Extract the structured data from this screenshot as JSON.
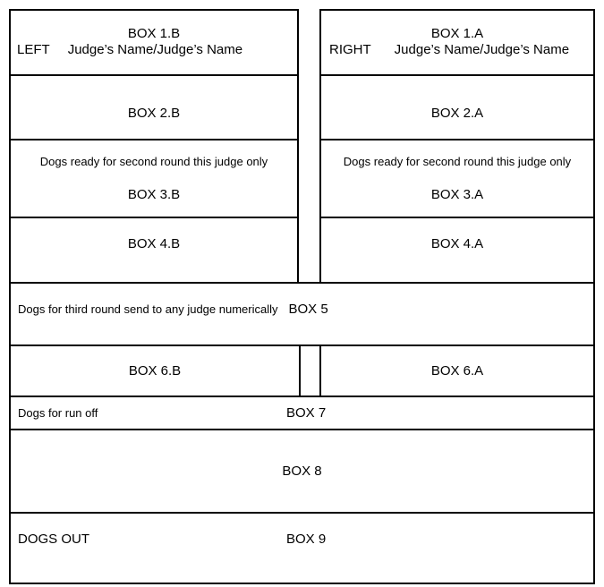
{
  "colors": {
    "background": "#ffffff",
    "border": "#000000",
    "text": "#000000"
  },
  "columns": {
    "left": {
      "box1": {
        "title": "BOX 1.B",
        "side_label": "LEFT",
        "judges": "Judge’s Name/Judge’s Name"
      },
      "box2": {
        "title": "BOX 2.B"
      },
      "box3": {
        "note": "Dogs ready for second round this judge only",
        "title": "BOX 3.B"
      },
      "box4": {
        "title": "BOX 4.B"
      }
    },
    "right": {
      "box1": {
        "title": "BOX 1.A",
        "side_label": "RIGHT",
        "judges": "Judge’s Name/Judge’s Name"
      },
      "box2": {
        "title": "BOX 2.A"
      },
      "box3": {
        "note": "Dogs ready for second round this judge only",
        "title": "BOX 3.A"
      },
      "box4": {
        "title": "BOX 4.A"
      }
    }
  },
  "box5": {
    "note": "Dogs for third round send to any judge numerically",
    "title": "BOX 5"
  },
  "box6": {
    "left": {
      "title": "BOX 6.B"
    },
    "right": {
      "title": "BOX 6.A"
    }
  },
  "box7": {
    "note": "Dogs for run off",
    "title": "BOX 7"
  },
  "box8": {
    "title": "BOX 8"
  },
  "box9": {
    "note": "DOGS OUT",
    "title": "BOX 9"
  }
}
